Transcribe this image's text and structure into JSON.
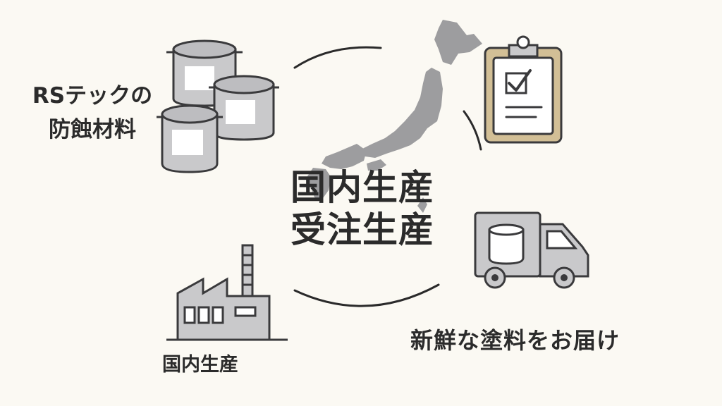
{
  "materials": {
    "line1": "RSテックの",
    "line2": "防蝕材料"
  },
  "center": {
    "line1": "国内生産",
    "line2": "受注生産"
  },
  "factory": {
    "label": "国内生産"
  },
  "delivery": {
    "label": "新鮮な塗料をお届け"
  },
  "colors": {
    "background": "#fbf9f3",
    "icon_fill": "#c9c9cb",
    "icon_stroke": "#3a3a3c",
    "clipboard_frame": "#d2bf96",
    "map_gray": "#9d9d9f",
    "text": "#2b2b2b"
  },
  "icons": [
    "paint-cans-icon",
    "japan-map-icon",
    "clipboard-check-icon",
    "delivery-truck-icon",
    "factory-icon"
  ]
}
